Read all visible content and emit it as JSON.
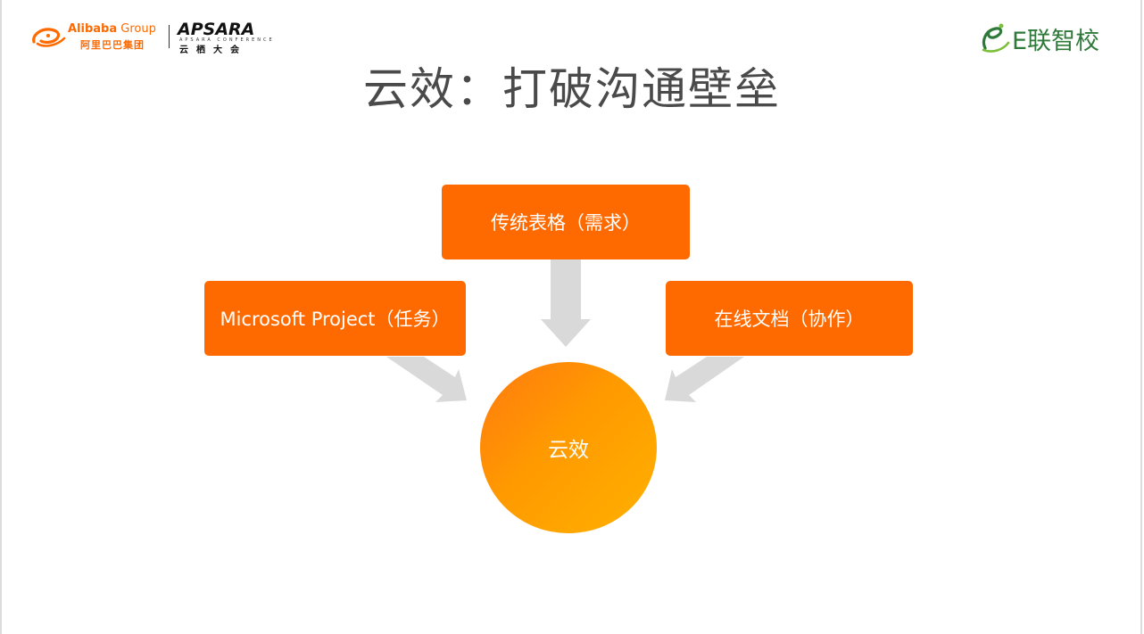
{
  "header": {
    "alibaba_brand": "Alibaba",
    "alibaba_group": " Group",
    "alibaba_cn": "阿里巴巴集团",
    "apsara_word": "APSARA",
    "apsara_sub": "APSARA CONFERENCE",
    "apsara_cn": "云栖大会",
    "elian_text": "E联智校"
  },
  "title": "云效：打破沟通壁垒",
  "diagram": {
    "top_box": "传统表格（需求）",
    "left_box": "Microsoft Project（任务）",
    "right_box": "在线文档（协作）",
    "center": "云效"
  },
  "colors": {
    "box": "#ff6a00",
    "arrow": "#d9d9d9",
    "title": "#4a4a4a",
    "elian": "#2f7a3a"
  }
}
